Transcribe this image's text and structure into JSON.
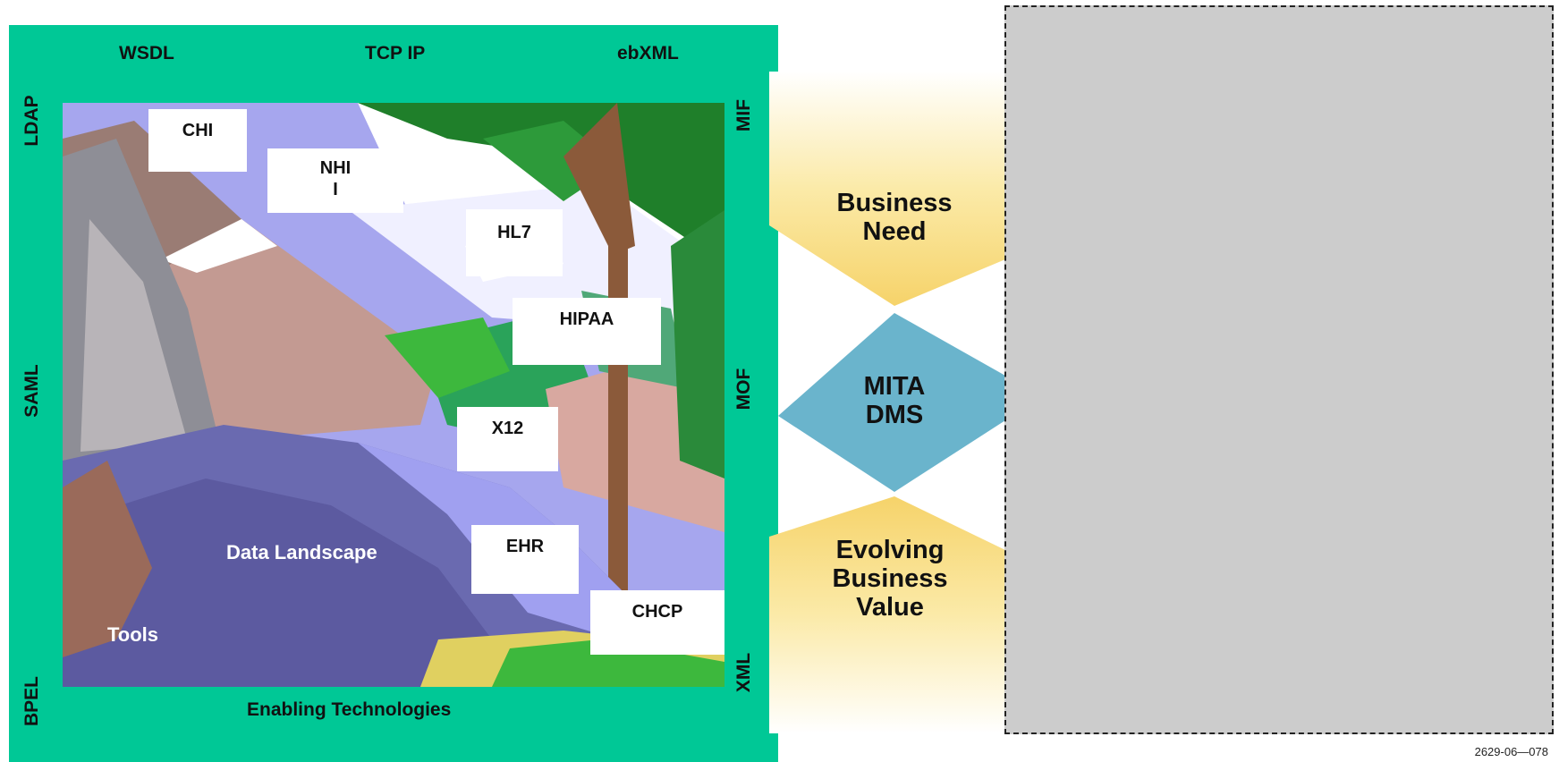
{
  "frame": {
    "top_labels": [
      "WSDL",
      "TCP IP",
      "ebXML"
    ],
    "left_labels": [
      "LDAP",
      "SAML",
      "BPEL"
    ],
    "right_labels": [
      "MIF",
      "MOF",
      "XML"
    ],
    "bottom_label": "Enabling Technologies"
  },
  "landscape": {
    "boxes": [
      "CHI",
      "NHI\nI",
      "HL7",
      "HIPAA",
      "X12",
      "EHR",
      "CHCP"
    ],
    "data_label": "Data Landscape",
    "tools_label": "Tools"
  },
  "shapes": {
    "business_need": "Business\nNeed",
    "mita_dms": "MITA\nDMS",
    "evolving_value": "Evolving\nBusiness\nValue"
  },
  "figure_number": "2629-06—078",
  "colors": {
    "frame": "#00c896",
    "diamond": "#6ab4cc",
    "gold": "#f6d36a",
    "panel": "#cccccc"
  }
}
